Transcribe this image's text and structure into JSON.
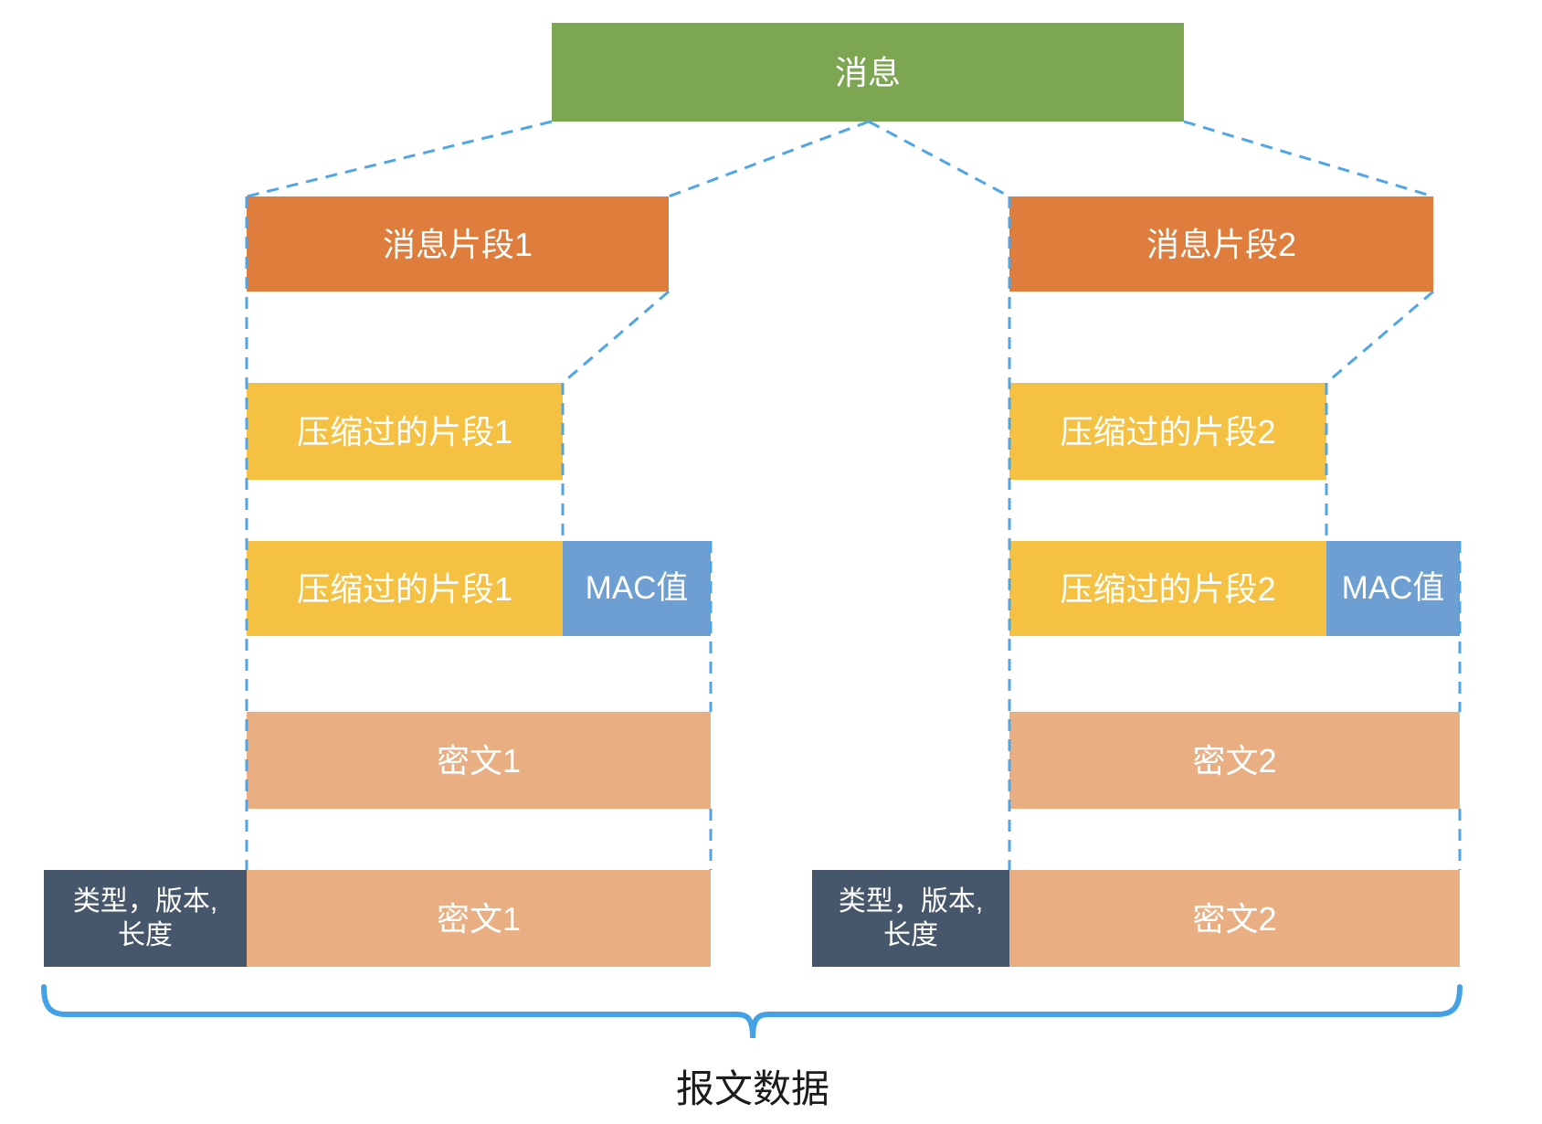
{
  "diagram": {
    "message": "消息",
    "footer": "报文数据"
  },
  "left": {
    "fragment": "消息片段1",
    "compressed": "压缩过的片段1",
    "mac": "MAC值",
    "cipher": "密文1",
    "header_line1": "类型，版本,",
    "header_line2": "长度"
  },
  "right": {
    "fragment": "消息片段2",
    "compressed": "压缩过的片段2",
    "mac": "MAC值",
    "cipher": "密文2",
    "header_line1": "类型，版本,",
    "header_line2": "长度"
  },
  "colors": {
    "message_green": "#7DA653",
    "fragment_orange": "#DE7D3C",
    "compressed_yellow": "#F5C142",
    "mac_blue": "#6D9FD3",
    "cipher_tan": "#E9AE81",
    "header_slate": "#47576B",
    "dashed_line_blue": "#4FA5E6",
    "brace_blue": "#45A1E5",
    "box_text": "#ffffff",
    "footer_text": "#1b1b1b"
  }
}
